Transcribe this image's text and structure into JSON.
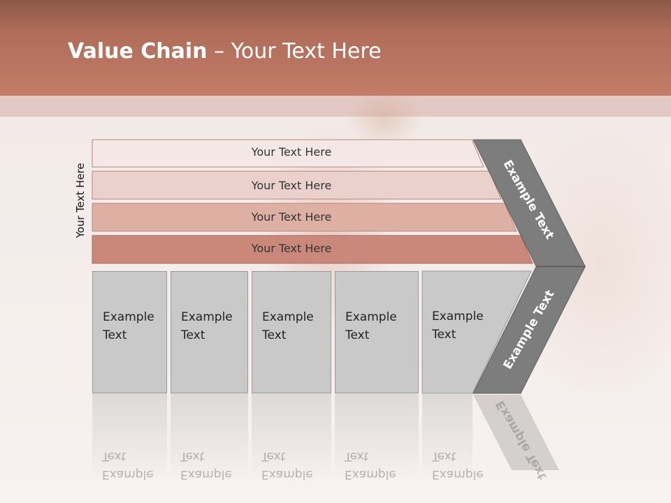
{
  "title": {
    "bold": "Value Chain",
    "rest": " – Your Text Here"
  },
  "side_label": "Your Text Here",
  "bars": [
    {
      "label": "Your Text Here",
      "color": "#f3e8e6"
    },
    {
      "label": "Your Text Here",
      "color": "#ebd1cc"
    },
    {
      "label": "Your Text Here",
      "color": "#deb0a4"
    },
    {
      "label": "Your Text Here",
      "color": "#c9887a"
    }
  ],
  "boxes": [
    {
      "line1": "Example",
      "line2": "Text"
    },
    {
      "line1": "Example",
      "line2": "Text"
    },
    {
      "line1": "Example",
      "line2": "Text"
    },
    {
      "line1": "Example",
      "line2": "Text"
    },
    {
      "line1": "Example",
      "line2": "Text"
    }
  ],
  "chevron": {
    "upper_label": "Example Text",
    "lower_label": "Example Text",
    "color": "#7d7d7d"
  }
}
